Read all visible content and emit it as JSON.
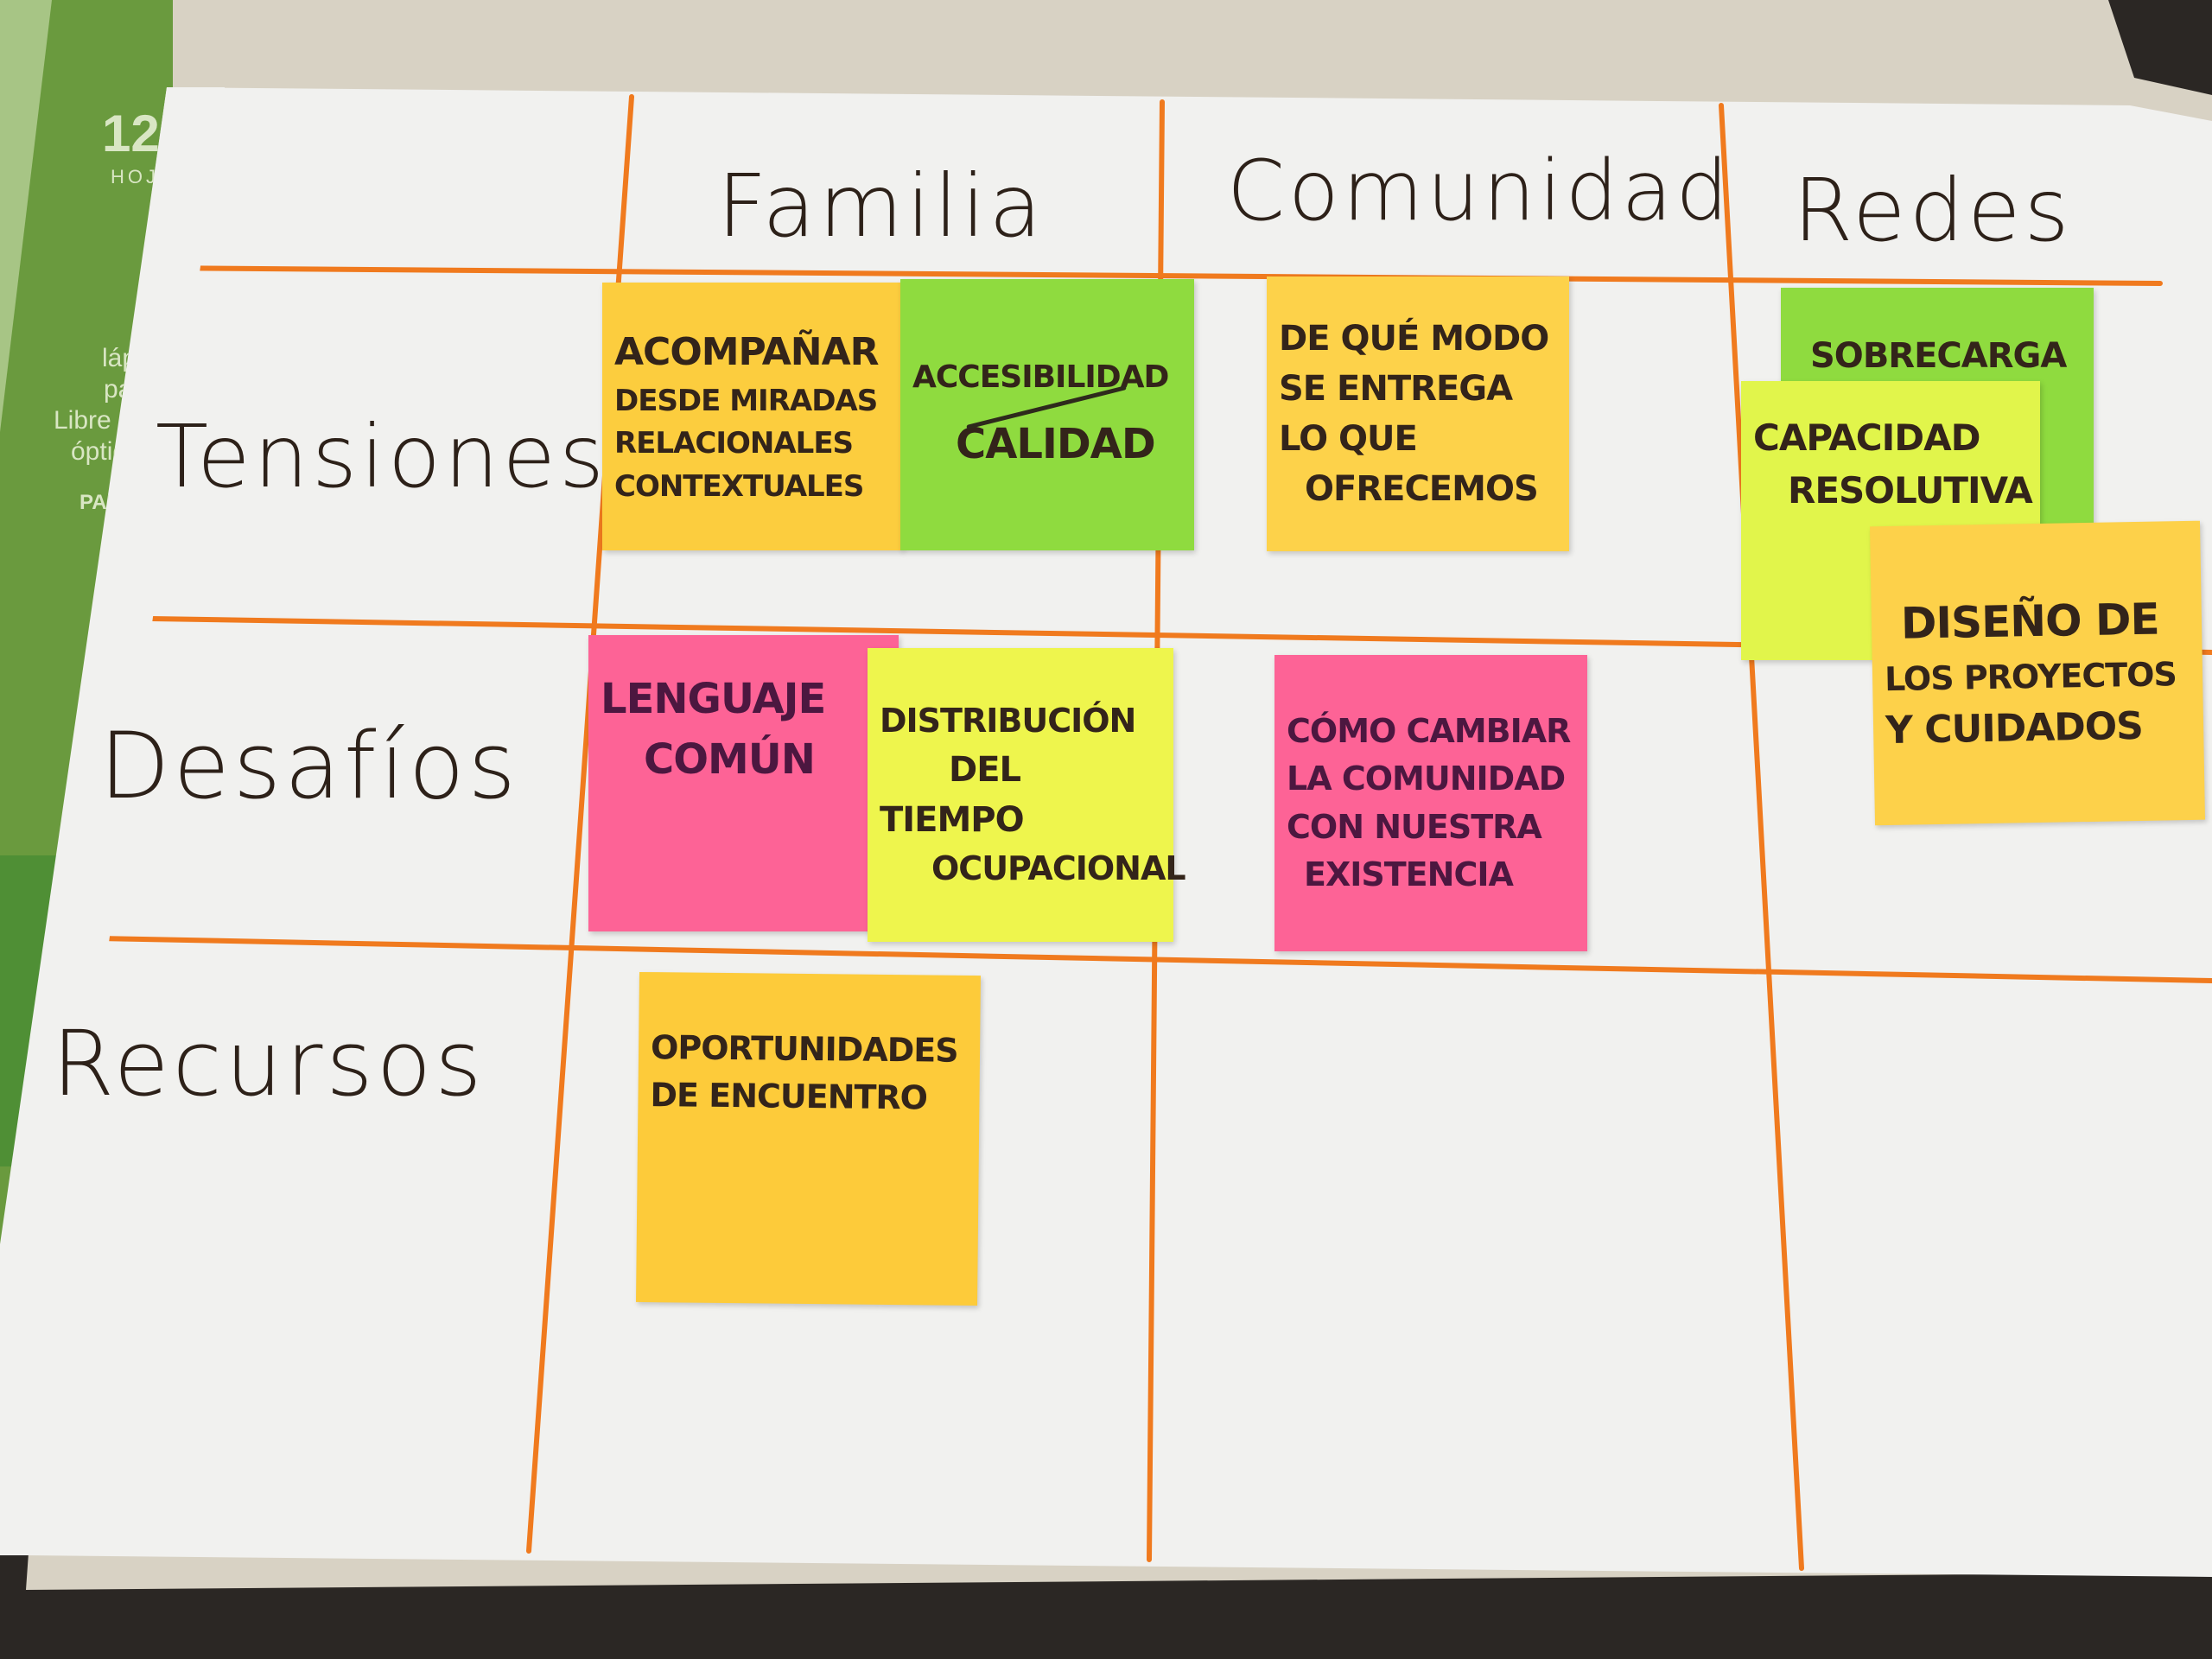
{
  "binder": {
    "number": "12",
    "label": "HOJA",
    "fragments": [
      "láp",
      "pa",
      "Libre c",
      "óptic",
      "PAR"
    ]
  },
  "columns": [
    "Familia",
    "Comunidad",
    "Redes"
  ],
  "rows": [
    "Tensiones",
    "Desafíos",
    "Recursos"
  ],
  "notes": [
    {
      "row": "Tensiones",
      "column": "Familia",
      "lines": [
        "Acompañar",
        "desde miradas",
        "relacionales",
        "contextuales"
      ],
      "color": "#fccd3e"
    },
    {
      "row": "Tensiones",
      "column": "Familia",
      "lines": [
        "Accesibilidad",
        "Calidad"
      ],
      "color": "#8fdb3f"
    },
    {
      "row": "Tensiones",
      "column": "Comunidad",
      "lines": [
        "De qué modo",
        "se entrega",
        "lo que",
        "ofrecemos"
      ],
      "color": "#fdd24a"
    },
    {
      "row": "Tensiones",
      "column": "Redes",
      "lines": [
        "Sobrecarga"
      ],
      "color": "#8fdb3f"
    },
    {
      "row": "Tensiones",
      "column": "Redes",
      "lines": [
        "Capacidad",
        "resolutiva"
      ],
      "color": "#e1f54b"
    },
    {
      "row": "Tensiones",
      "column": "Redes",
      "lines": [
        "Diseño de",
        "los proyectos",
        "y cuidados"
      ],
      "color": "#fdd14a"
    },
    {
      "row": "Desafíos",
      "column": "Familia",
      "lines": [
        "Lenguaje",
        "común"
      ],
      "color": "#fd6396"
    },
    {
      "row": "Desafíos",
      "column": "Familia",
      "lines": [
        "Distribución",
        "del",
        "tiempo",
        "ocupacional"
      ],
      "color": "#eef54d"
    },
    {
      "row": "Desafíos",
      "column": "Comunidad",
      "lines": [
        "Cómo cambiar",
        "la comunidad",
        "con nuestra",
        "existencia"
      ],
      "color": "#fd6396"
    },
    {
      "row": "Recursos",
      "column": "Familia",
      "lines": [
        "Oportunidades",
        "de encuentro"
      ],
      "color": "#fdcb3a"
    }
  ],
  "colors": {
    "grid_line": "#f07a1e",
    "board": "#f2f2f0",
    "marker": "#2d2119",
    "binder": "#6a9a3e"
  }
}
